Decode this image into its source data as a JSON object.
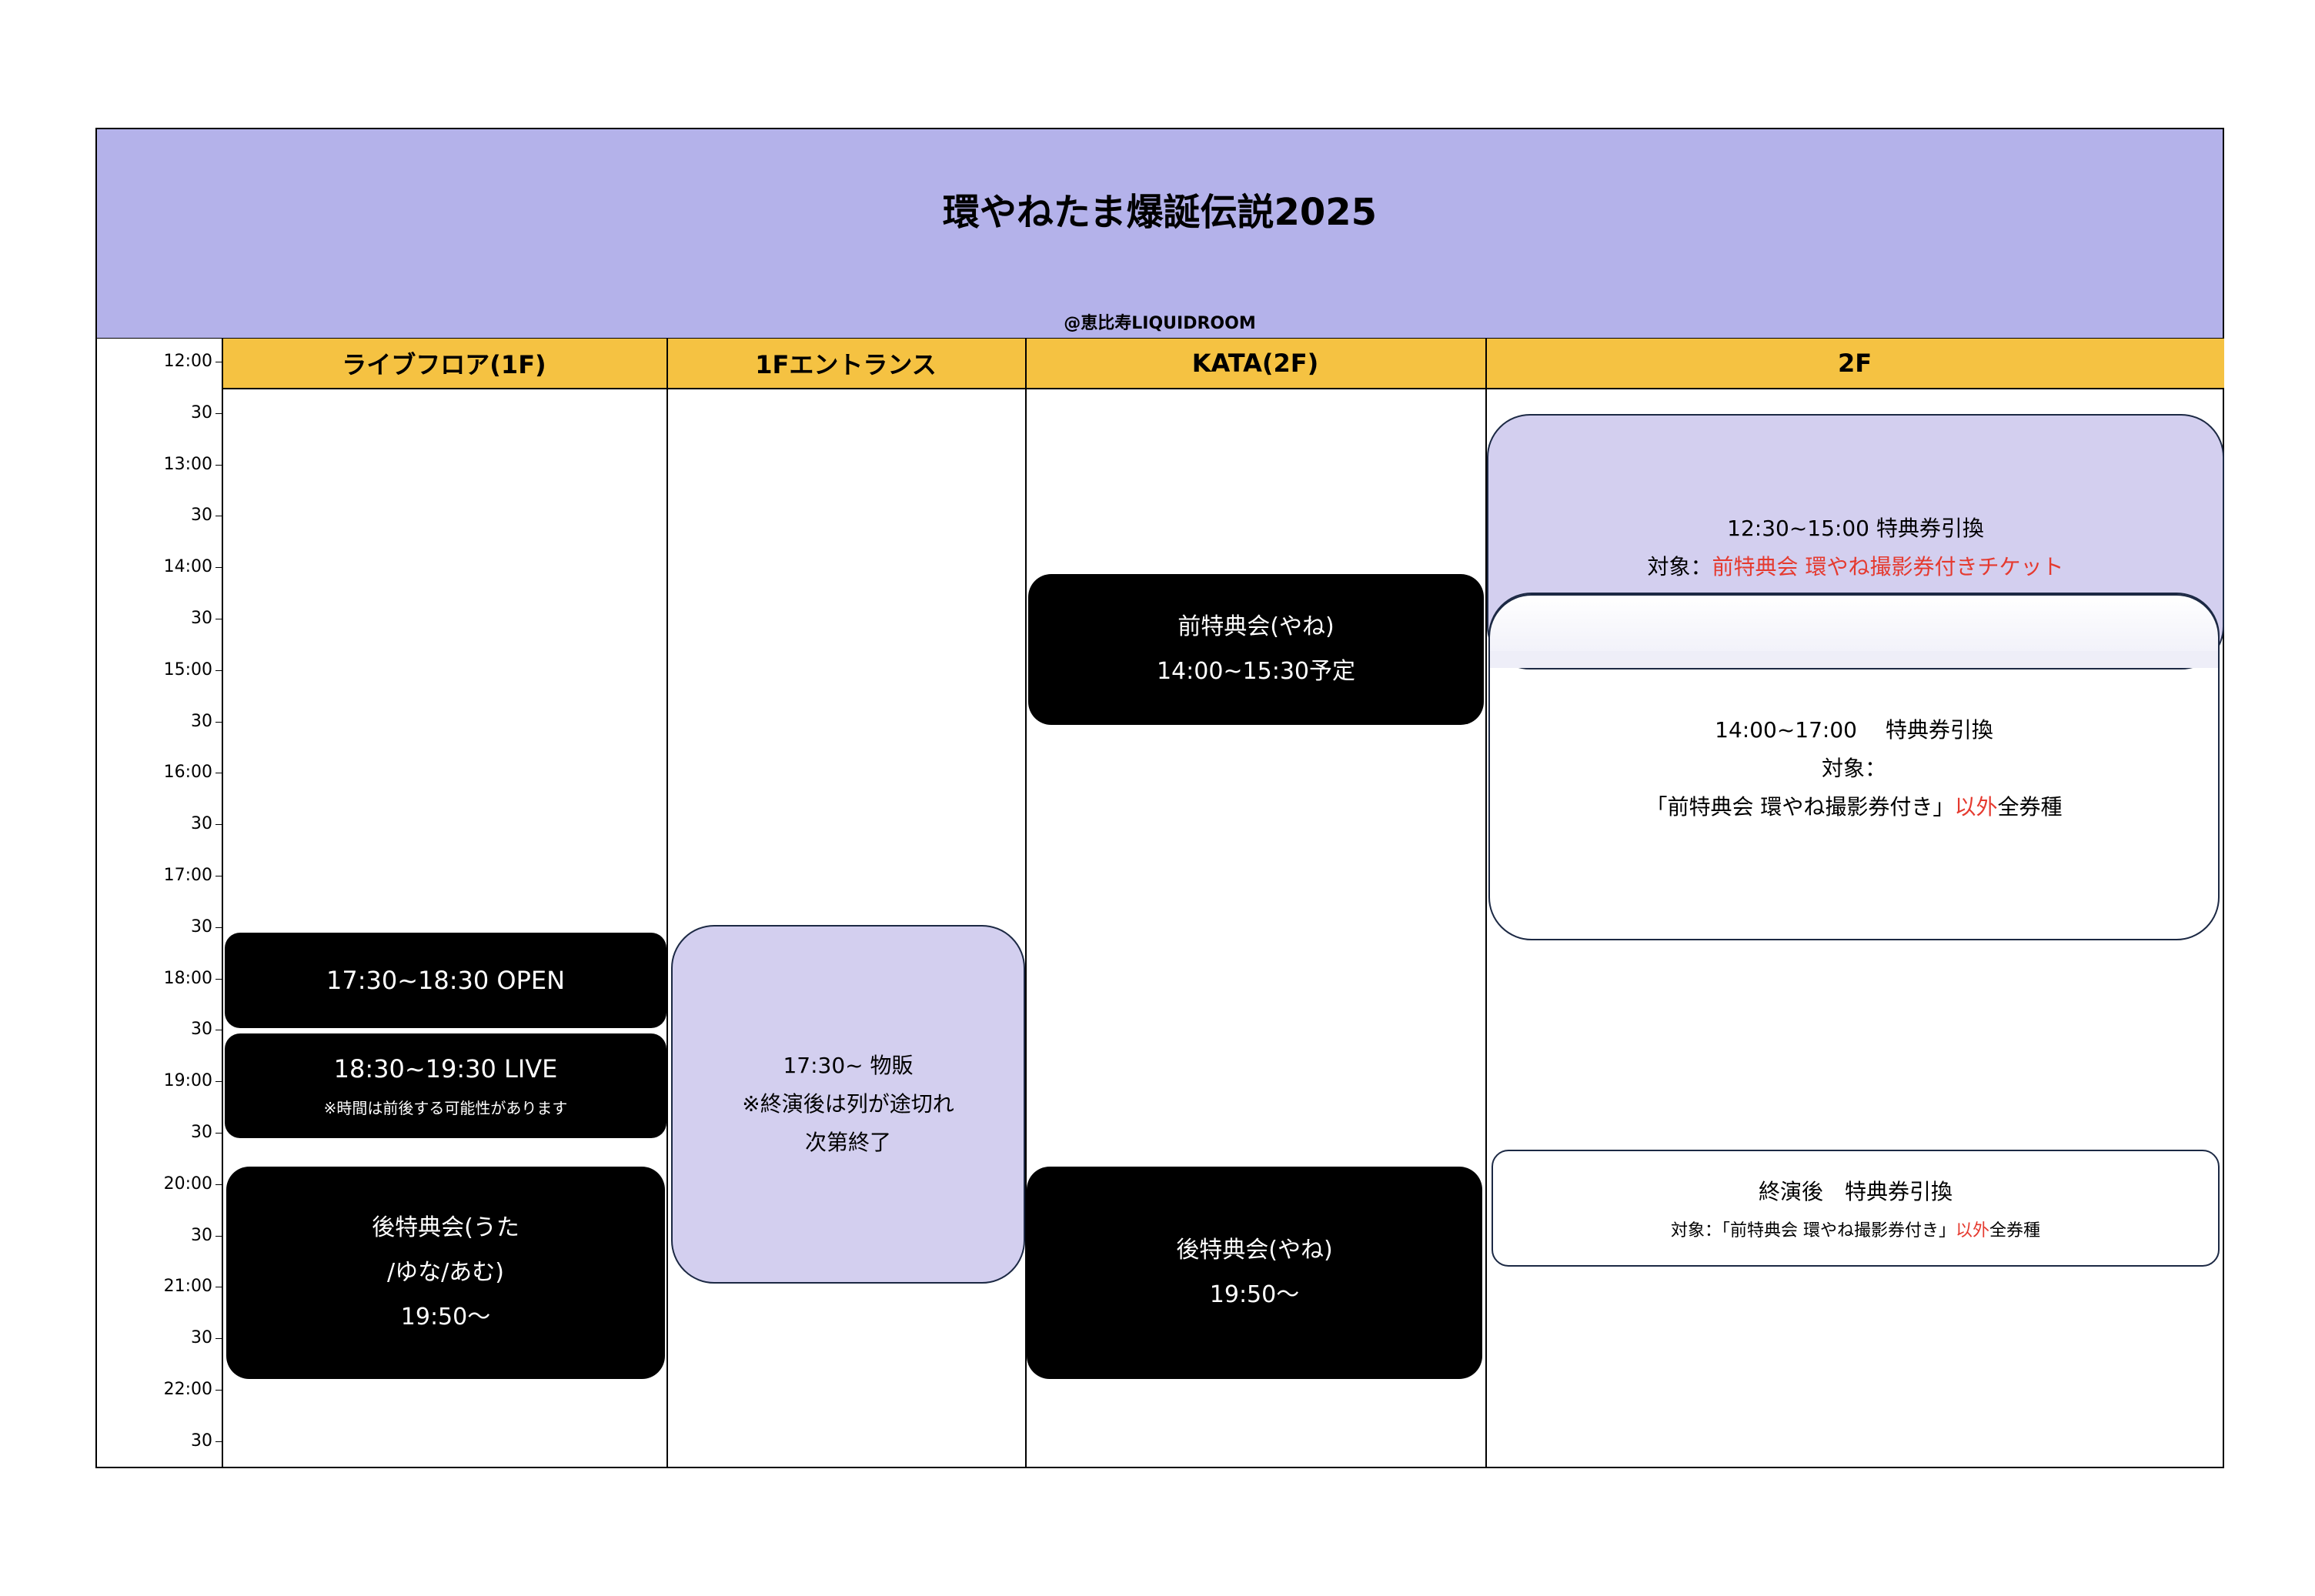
{
  "header": {
    "title": "環やねたま爆誕伝説2025",
    "venue": "@恵比寿LIQUIDROOM"
  },
  "columns": [
    "ライブフロア(1F)",
    "1Fエントランス",
    "KATA(2F)",
    "2F"
  ],
  "time_axis": [
    "12:00",
    "30",
    "13:00",
    "30",
    "14:00",
    "30",
    "15:00",
    "30",
    "16:00",
    "30",
    "17:00",
    "30",
    "18:00",
    "30",
    "19:00",
    "30",
    "20:00",
    "30",
    "21:00",
    "30",
    "22:00",
    "30"
  ],
  "live_floor": {
    "open": "17:30~18:30 OPEN",
    "live": "18:30~19:30 LIVE",
    "live_note": "※時間は前後する可能性があります",
    "after_event_line1": "後特典会(うた",
    "after_event_line2": "/ゆな/あむ)",
    "after_event_time": "19:50〜"
  },
  "entrance": {
    "line1": "17:30~ 物販",
    "line2": "※終演後は列が途切れ",
    "line3": "次第終了"
  },
  "kata": {
    "pre_event_title": "前特典会(やね)",
    "pre_event_time": "14:00~15:30予定",
    "after_event_title": "後特典会(やね)",
    "after_event_time": "19:50〜"
  },
  "floor2": {
    "block1_line1": "12:30~15:00 特典券引換",
    "block1_target_label": "対象：",
    "block1_target_red": "前特典会 環やね撮影券付きチケット",
    "block2_line1": "14:00~17:00　 特典券引換",
    "block2_line2": "対象：",
    "block2_line3_a": "「前特典会 環やね撮影券付き」",
    "block2_line3_red": "以外",
    "block2_line3_b": "全券種",
    "block3_line1": "終演後　特典券引換",
    "block3_line2_a": "対象：「前特典会 環やね撮影券付き」",
    "block3_line2_red": "以外",
    "block3_line2_b": "全券種"
  },
  "colors": {
    "header_bg": "#b4b2ea",
    "column_header_bg": "#f5c242",
    "lavender_block": "#d3cfef",
    "accent_red": "#e53a2f"
  }
}
